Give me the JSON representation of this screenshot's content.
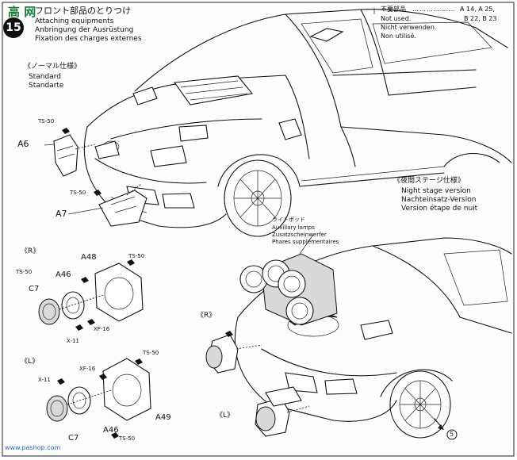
{
  "header": {
    "step_number": "15",
    "title_jp": "フロント部品のとりつけ",
    "title_en": "Attaching equipments",
    "title_de": "Anbringung der Ausrüstung",
    "title_fr": "Fixation des charges externes"
  },
  "watermark": {
    "logo": "高 网",
    "site_top": "",
    "site_bottom": "www.pashop.com"
  },
  "not_used": {
    "label_jp": "不要部品",
    "label_en": "Not used.",
    "label_de": "Nicht verwenden.",
    "label_fr": "Non utilisé.",
    "parts_line1": "A 14, A 25,",
    "parts_line2": "B 22, B 23"
  },
  "standard": {
    "label_jp": "《ノーマル仕様》",
    "label_en": "Standard",
    "label_de": "Standarte"
  },
  "night": {
    "label_jp": "《夜間ステージ仕様》",
    "label_en": "Night stage version",
    "label_de": "Nachteinsatz-Version",
    "label_fr": "Version étape de nuit"
  },
  "lamps": {
    "label_jp": "ライトポッド",
    "label_en": "Auxiliary lamps",
    "label_de": "Zusatzscheinwerfer",
    "label_fr": "Phares supplémentaires"
  },
  "callouts": {
    "ts50": "TS-50",
    "a6": "A6",
    "a7": "A7",
    "r": "《R》",
    "l": "《L》",
    "a48": "A48",
    "a46": "A46",
    "a49": "A49",
    "c7": "C7",
    "xf16": "XF-16",
    "x11": "X-11",
    "ref5": "5"
  }
}
